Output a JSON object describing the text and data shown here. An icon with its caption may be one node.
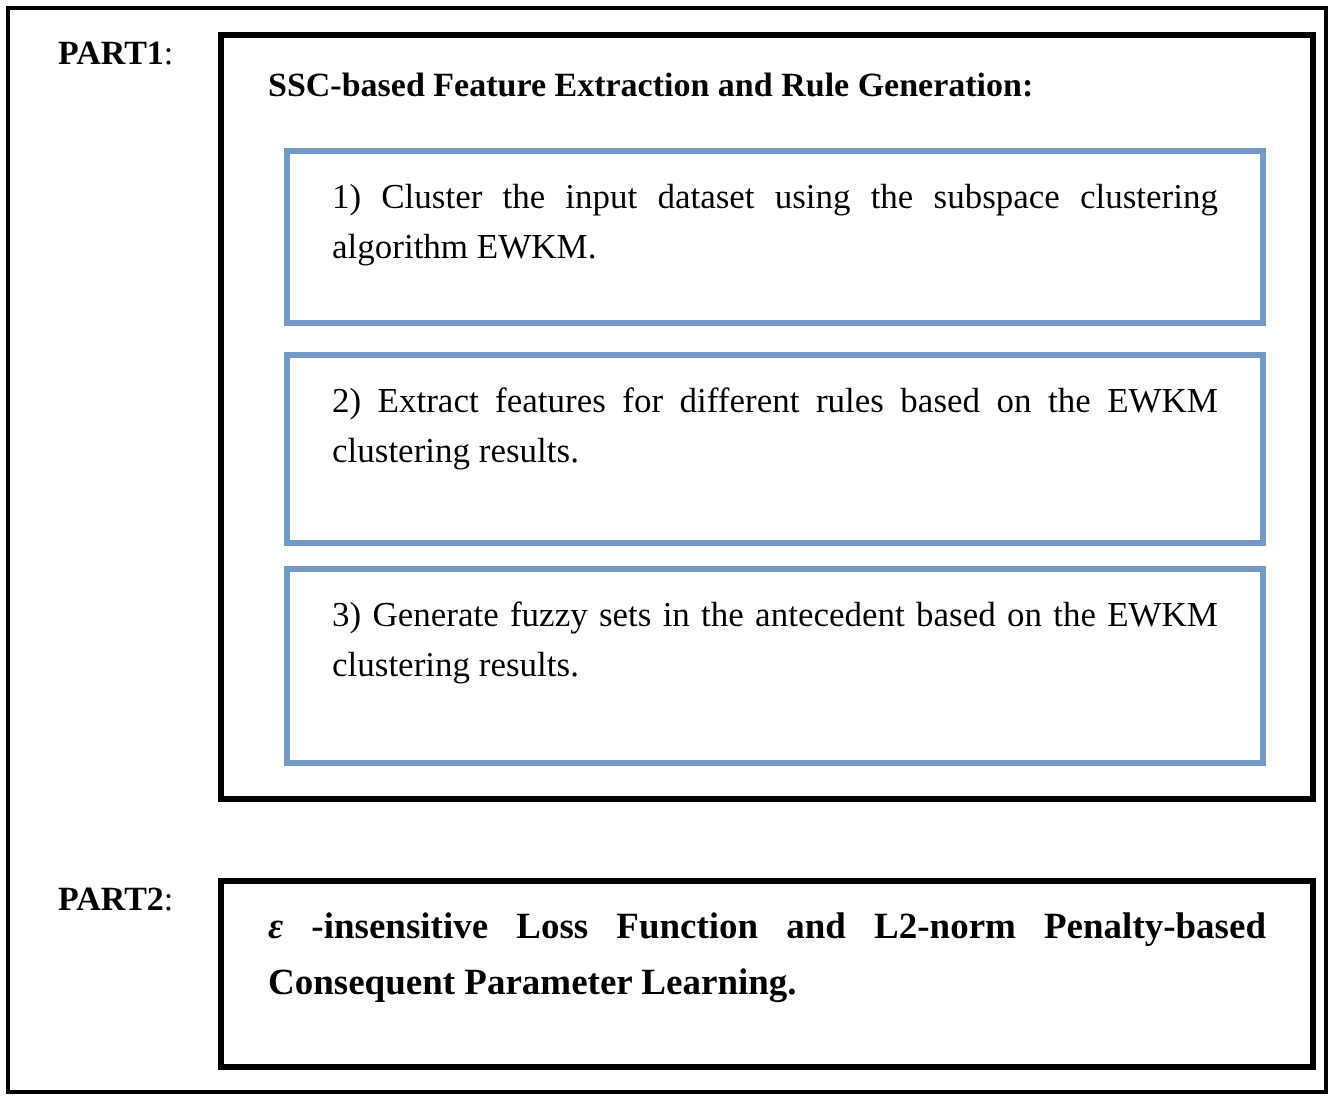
{
  "diagram": {
    "nodes": [
      {
        "text": [],
        "shape": "box"
      },
      {
        "text": [
          "**PART1**:",
          "SSC-based Feature Extraction and Rule Generation:"
        ],
        "in": 0
      },
      {
        "text": [
          "1) Cluster the input dataset using the subspace clustering algorithm EWKM."
        ],
        "in": 1
      },
      {
        "text": [
          "2) Extract features for different rules based on the EWKM clustering results."
        ],
        "in": 1
      },
      {
        "text": [
          "3) Generate fuzzy sets in the antecedent based on the EWKM clustering results."
        ],
        "in": 1
      },
      {
        "text": [
          "**PART2**:",
          "*ε* -insensitive Loss Function and L2-norm Penalty-based Consequent Parameter Learning."
        ],
        "in": 0
      }
    ],
    "edges": []
  }
}
